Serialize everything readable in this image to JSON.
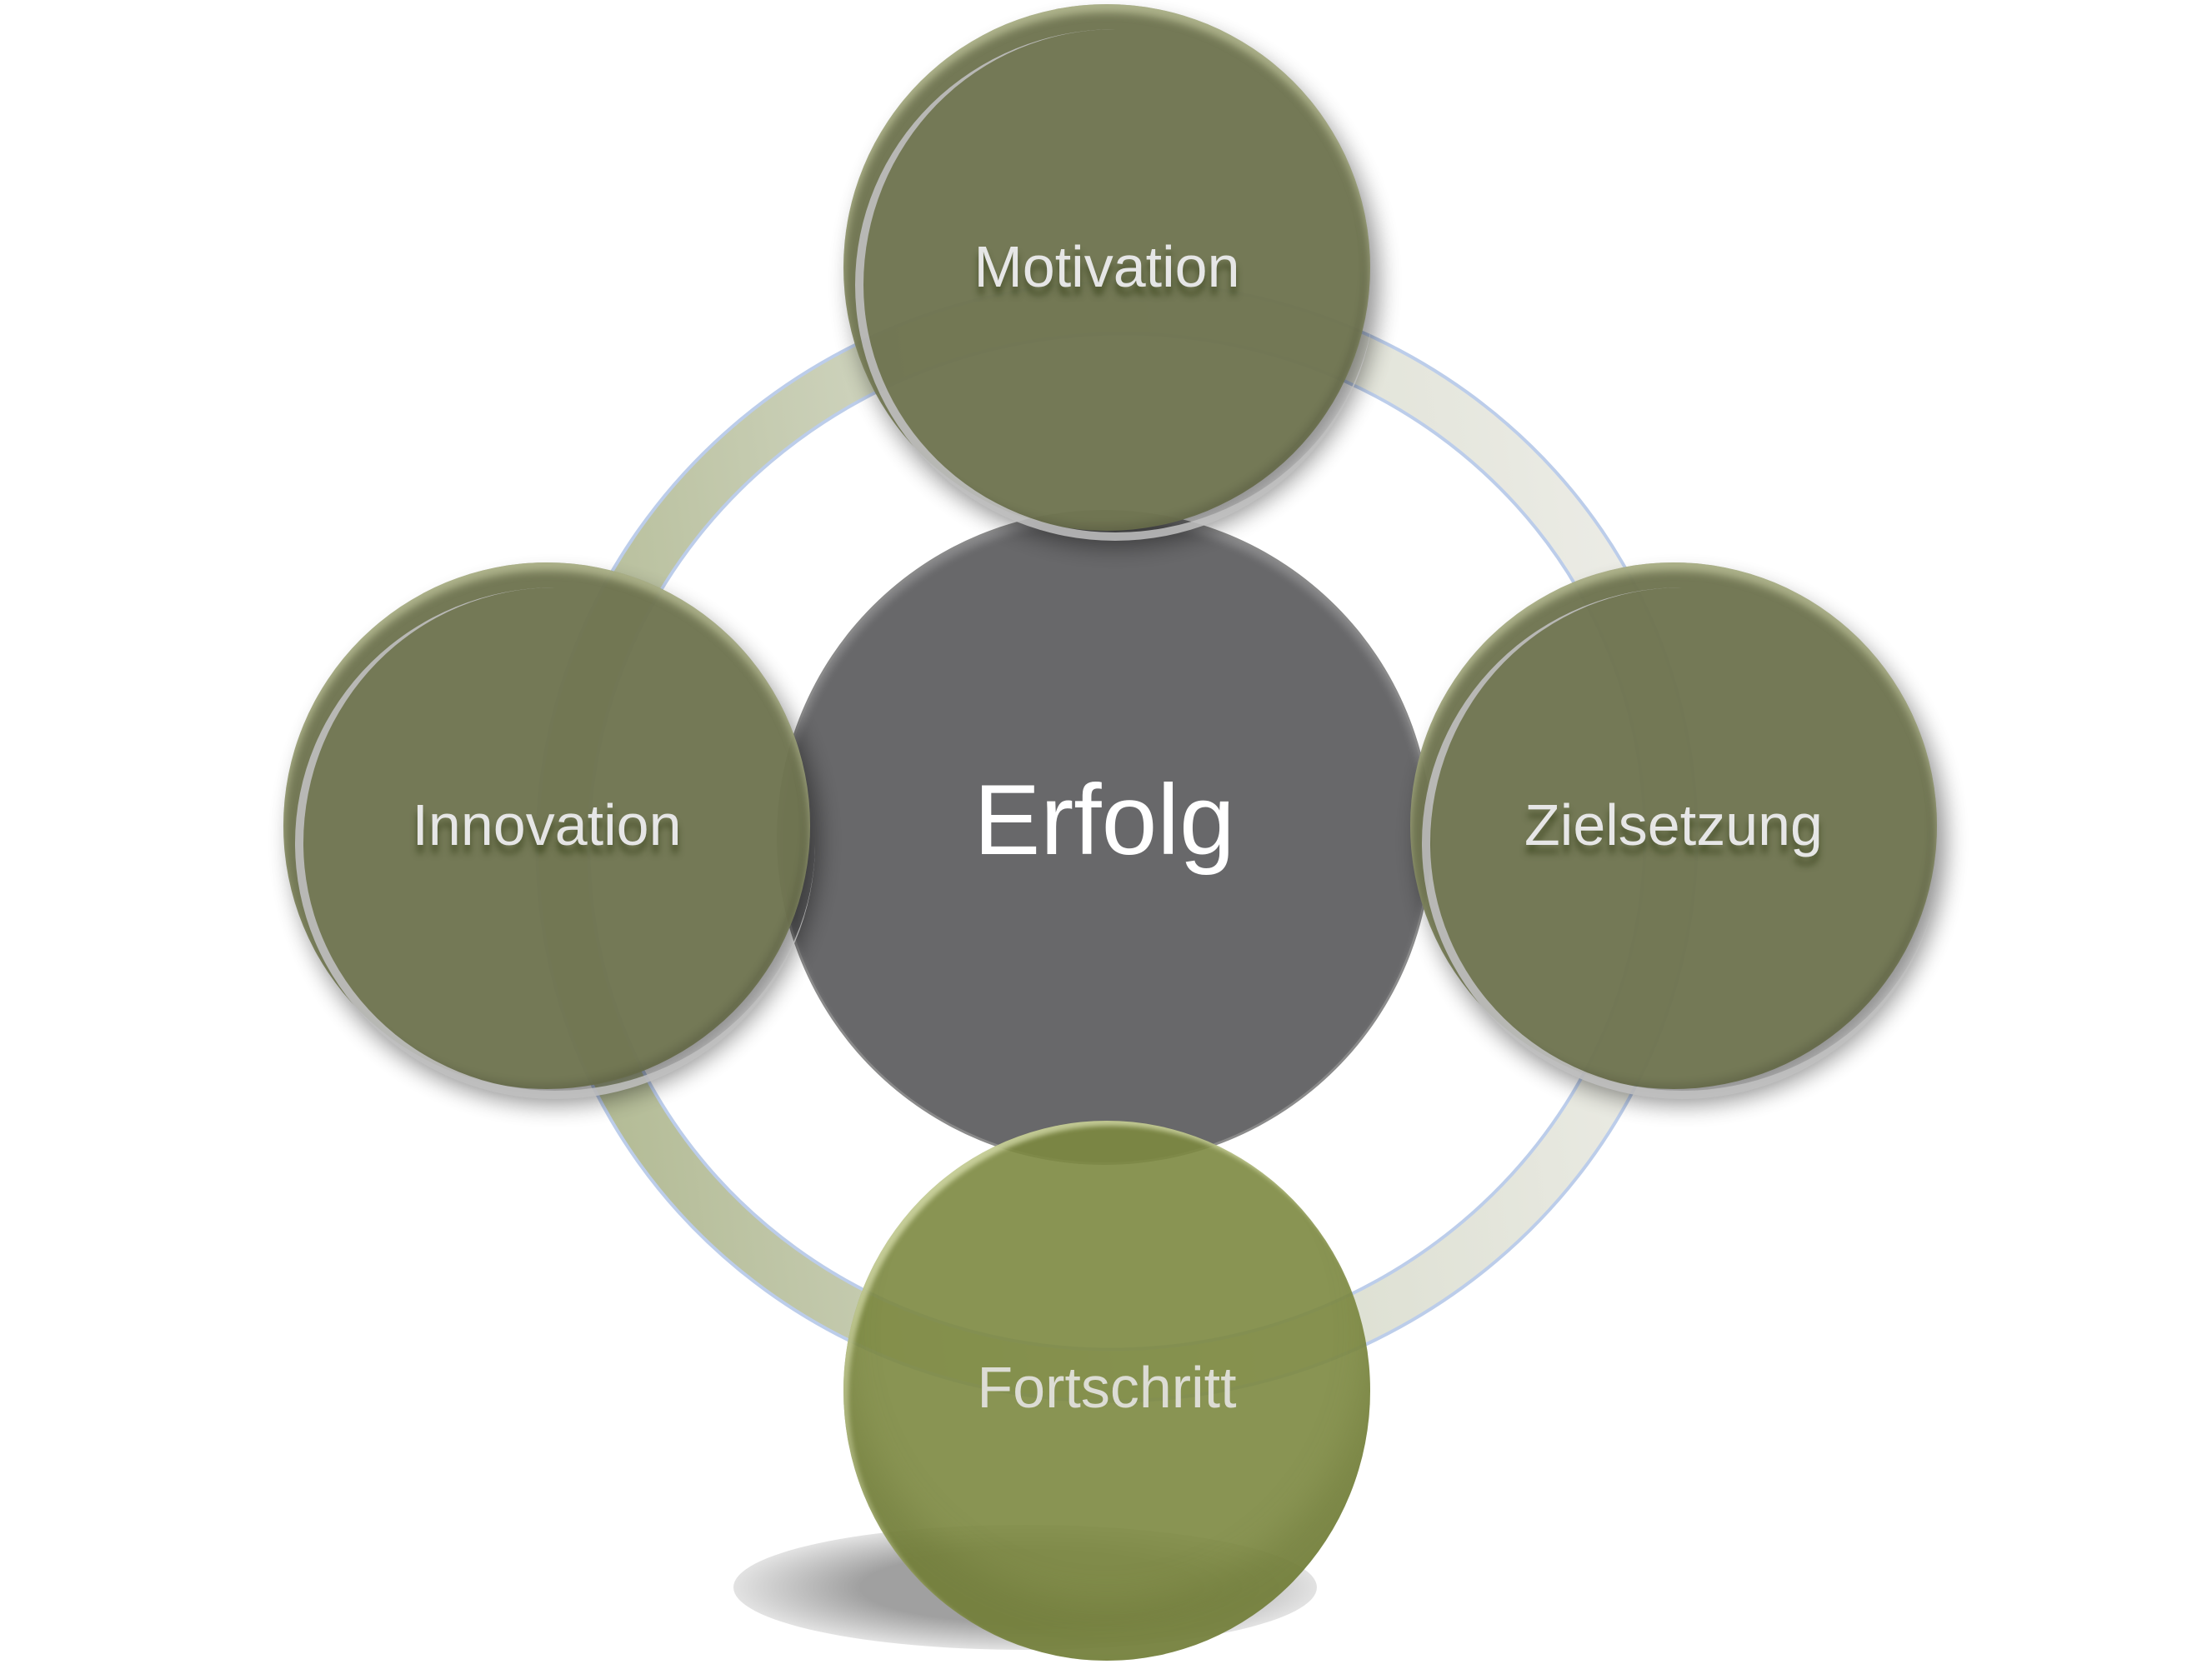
{
  "diagram": {
    "type": "radial-cycle",
    "center": {
      "label": "Erfolg",
      "color": "#68686a"
    },
    "nodes": [
      {
        "position": "top",
        "label": "Motivation",
        "color": "#707551"
      },
      {
        "position": "right",
        "label": "Zielsetzung",
        "color": "#707551"
      },
      {
        "position": "bottom",
        "label": "Fortschritt",
        "color": "#89915a"
      },
      {
        "position": "left",
        "label": "Innovation",
        "color": "#707551"
      }
    ],
    "ring": {
      "color_left": "#b3bb95",
      "color_right": "#ecece6",
      "outline": "#b5c8e8"
    },
    "text_color": "#e6e6e6",
    "center_text_color": "#ffffff"
  }
}
